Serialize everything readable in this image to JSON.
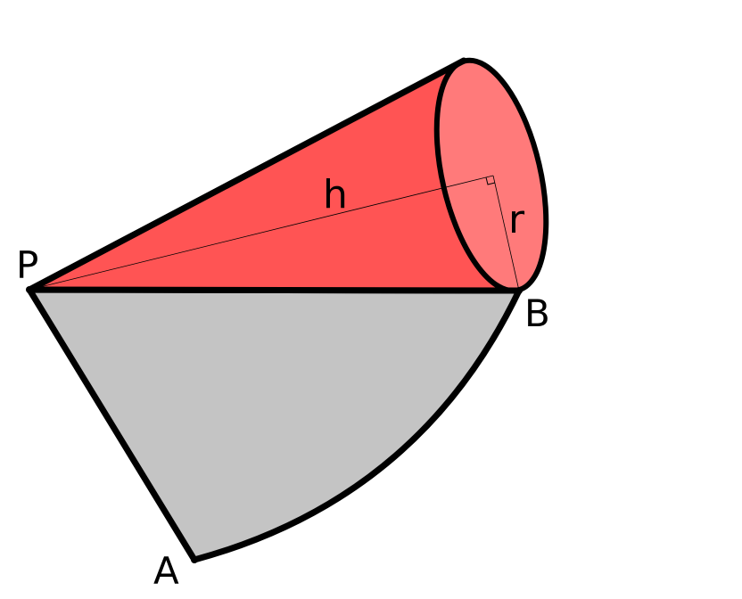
{
  "labels": {
    "p": "P",
    "a": "A",
    "b": "B",
    "h": "h",
    "r": "r"
  },
  "colors": {
    "sector_fill": "#c4c4c4",
    "cone_fill": "#ff5454",
    "base_fill": "#ff7a7a",
    "stroke": "#000000",
    "background": "#ffffff"
  }
}
